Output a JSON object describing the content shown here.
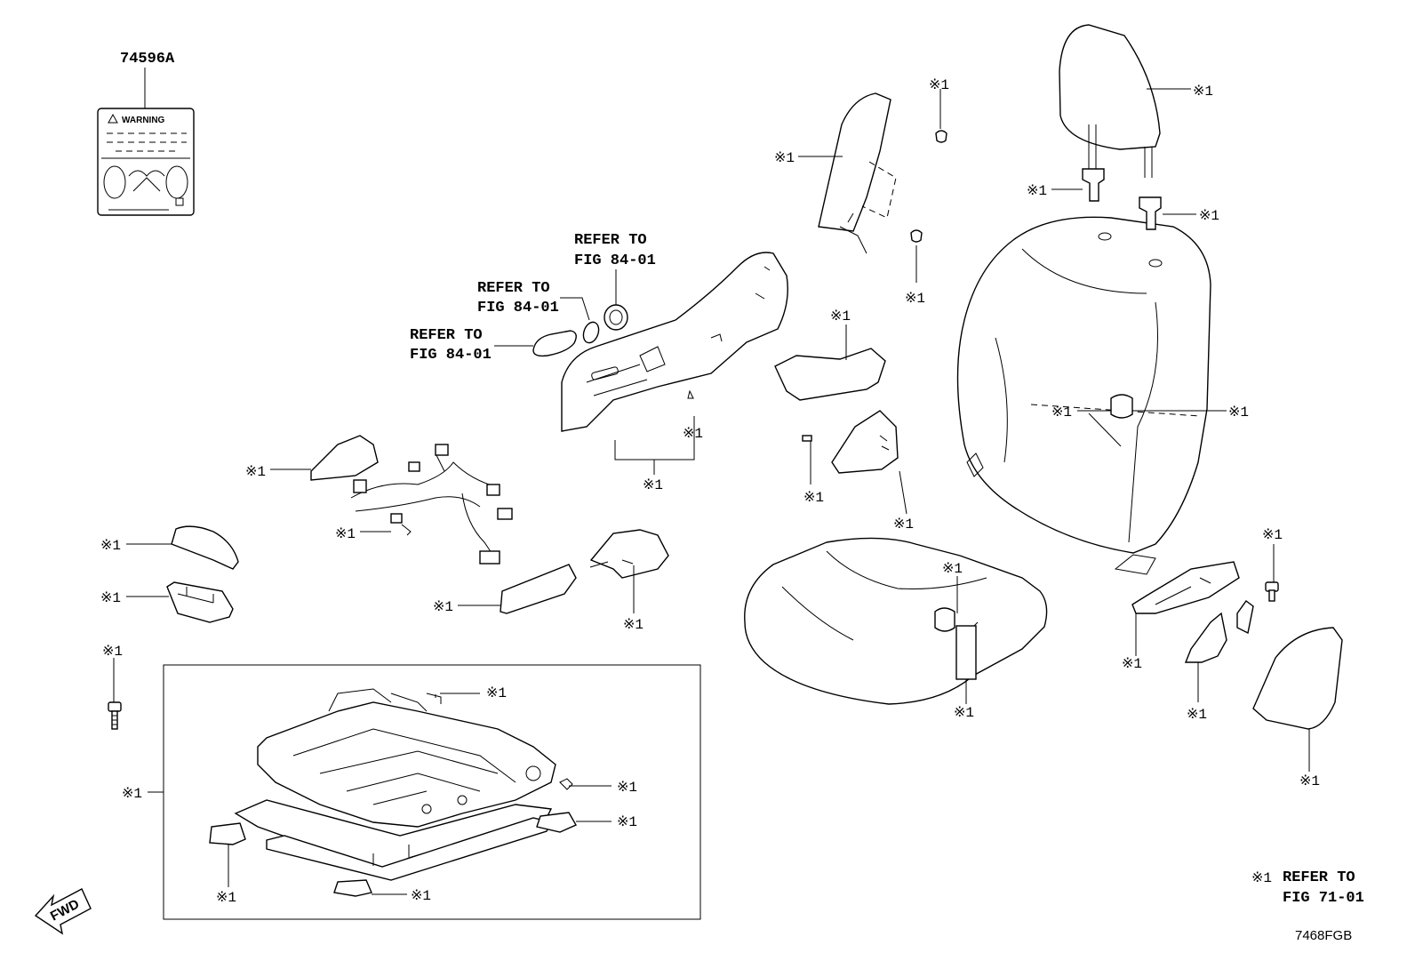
{
  "diagram": {
    "label_code": "74596A",
    "warning_text": "WARNING",
    "note_mark": "※1",
    "refer_line1": "REFER TO",
    "refer_fig_84": "FIG 84-01",
    "note_refer_line1": "REFER TO",
    "note_refer_line2": "FIG 71-01",
    "fwd_label": "FWD",
    "figure_code": "7468FGB"
  }
}
